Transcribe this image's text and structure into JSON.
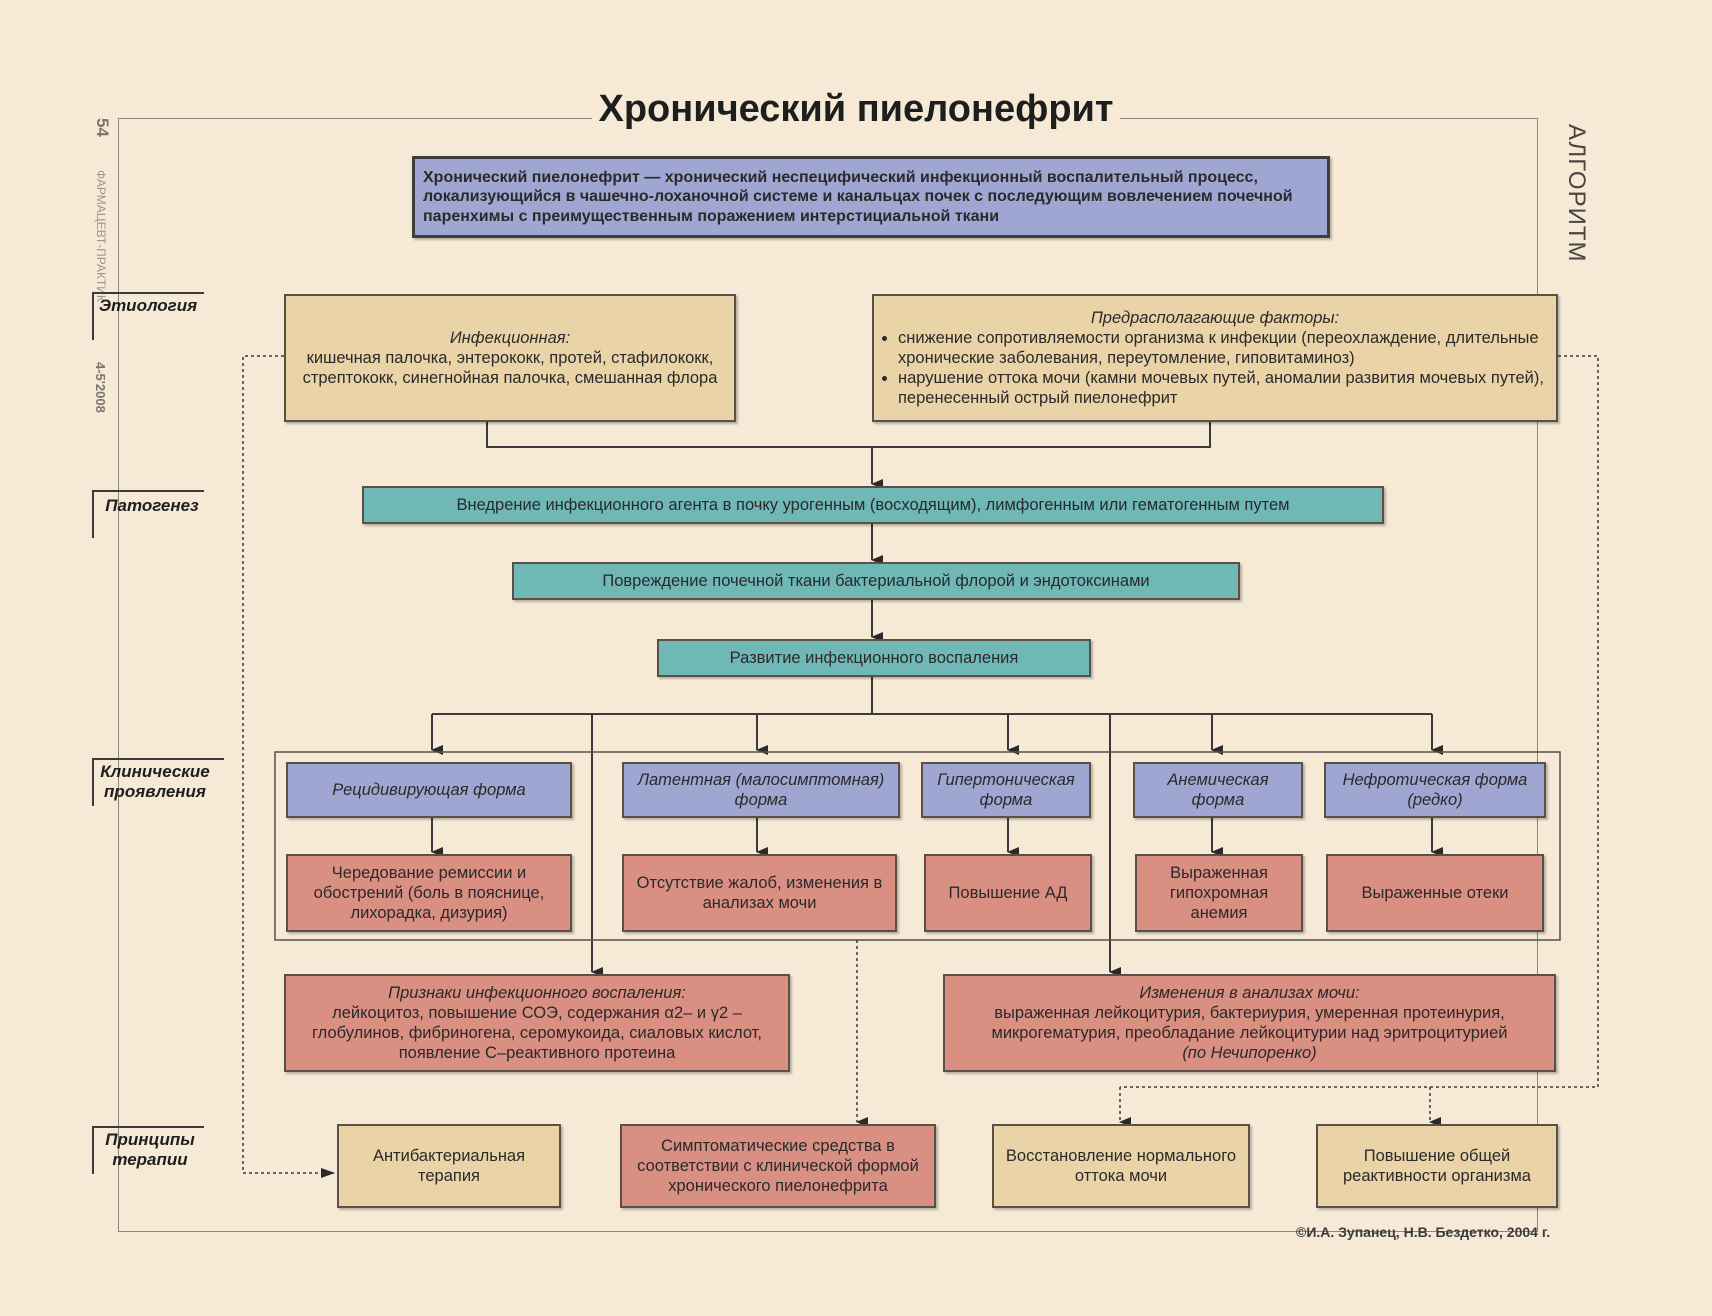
{
  "title": "Хронический пиелонефрит",
  "side_right": "АЛГОРИТМ",
  "side_left": {
    "page_number": "54",
    "journal": "ФАРМАЦЕВТ-ПРАКТИК",
    "issue": "4-5'2008"
  },
  "definition": "Хронический пиелонефрит — хронический неспецифический инфекционный воспалительный процесс, локализующийся в чашечно-лоханочной системе и канальцах почек с последующим вовлечением почечной паренхимы с преимущественным поражением интерстициальной ткани",
  "sections": {
    "etiology": "Этиология",
    "pathogenesis": "Патогенез",
    "clinical": "Клинические проявления",
    "therapy": "Принципы терапии"
  },
  "etiology": {
    "infectious": {
      "heading": "Инфекционная:",
      "text": "кишечная палочка, энтерококк, протей, стафилококк, стрептококк, синегнойная палочка, смешанная флора"
    },
    "predisposing": {
      "heading": "Предрасполагающие факторы:",
      "items": [
        "снижение сопротивляемости организма к инфекции (переохлаждение, длительные хронические заболевания, переутомление, гиповитаминоз)",
        "нарушение оттока мочи (камни мочевых путей, аномалии развития мочевых путей), перенесенный острый пиелонефрит"
      ]
    }
  },
  "pathogenesis": [
    "Внедрение инфекционного агента в почку урогенным (восходящим), лимфогенным или гематогенным путем",
    "Повреждение почечной ткани бактериальной флорой и эндотоксинами",
    "Развитие инфекционного воспаления"
  ],
  "forms": [
    {
      "name": "Рецидивирующая форма",
      "manifestation": "Чередование ремиссии и обострений (боль в пояснице, лихорадка, дизурия)"
    },
    {
      "name": "Латентная (малосимптомная) форма",
      "manifestation": "Отсутствие жалоб, изменения в анализах мочи"
    },
    {
      "name": "Гипертоническая форма",
      "manifestation": "Повышение АД"
    },
    {
      "name": "Анемическая форма",
      "manifestation": "Выраженная гипохромная анемия"
    },
    {
      "name": "Нефротическая форма (редко)",
      "manifestation": "Выраженные отеки"
    }
  ],
  "signs": {
    "inflammation": {
      "heading": "Признаки инфекционного воспаления:",
      "text": "лейкоцитоз, повышение СОЭ, содержания α2– и γ2 – глобулинов, фибриногена, серомукоида, сиаловых кислот, появление С–реактивного протеина"
    },
    "urine": {
      "heading": "Изменения в анализах мочи:",
      "text": "выраженная лейкоцитурия, бактериурия, умеренная протеинурия, микрогематурия, преобладание лейкоцитурии над эритроцитурией",
      "note": "(по Нечипоренко)"
    }
  },
  "therapy": [
    "Антибактериальная терапия",
    "Симптоматические средства в соответствии с клинической формой хронического пиелонефрита",
    "Восстановление нормального оттока мочи",
    "Повышение общей реактивности организма"
  ],
  "credit": "©И.А. Зупанец, Н.В. Бездетко, 2004 г.",
  "colors": {
    "background": "#f6ead6",
    "tan": "#ead3a6",
    "teal": "#6fb8b6",
    "blue": "#9fa6d2",
    "red": "#d98f82"
  }
}
